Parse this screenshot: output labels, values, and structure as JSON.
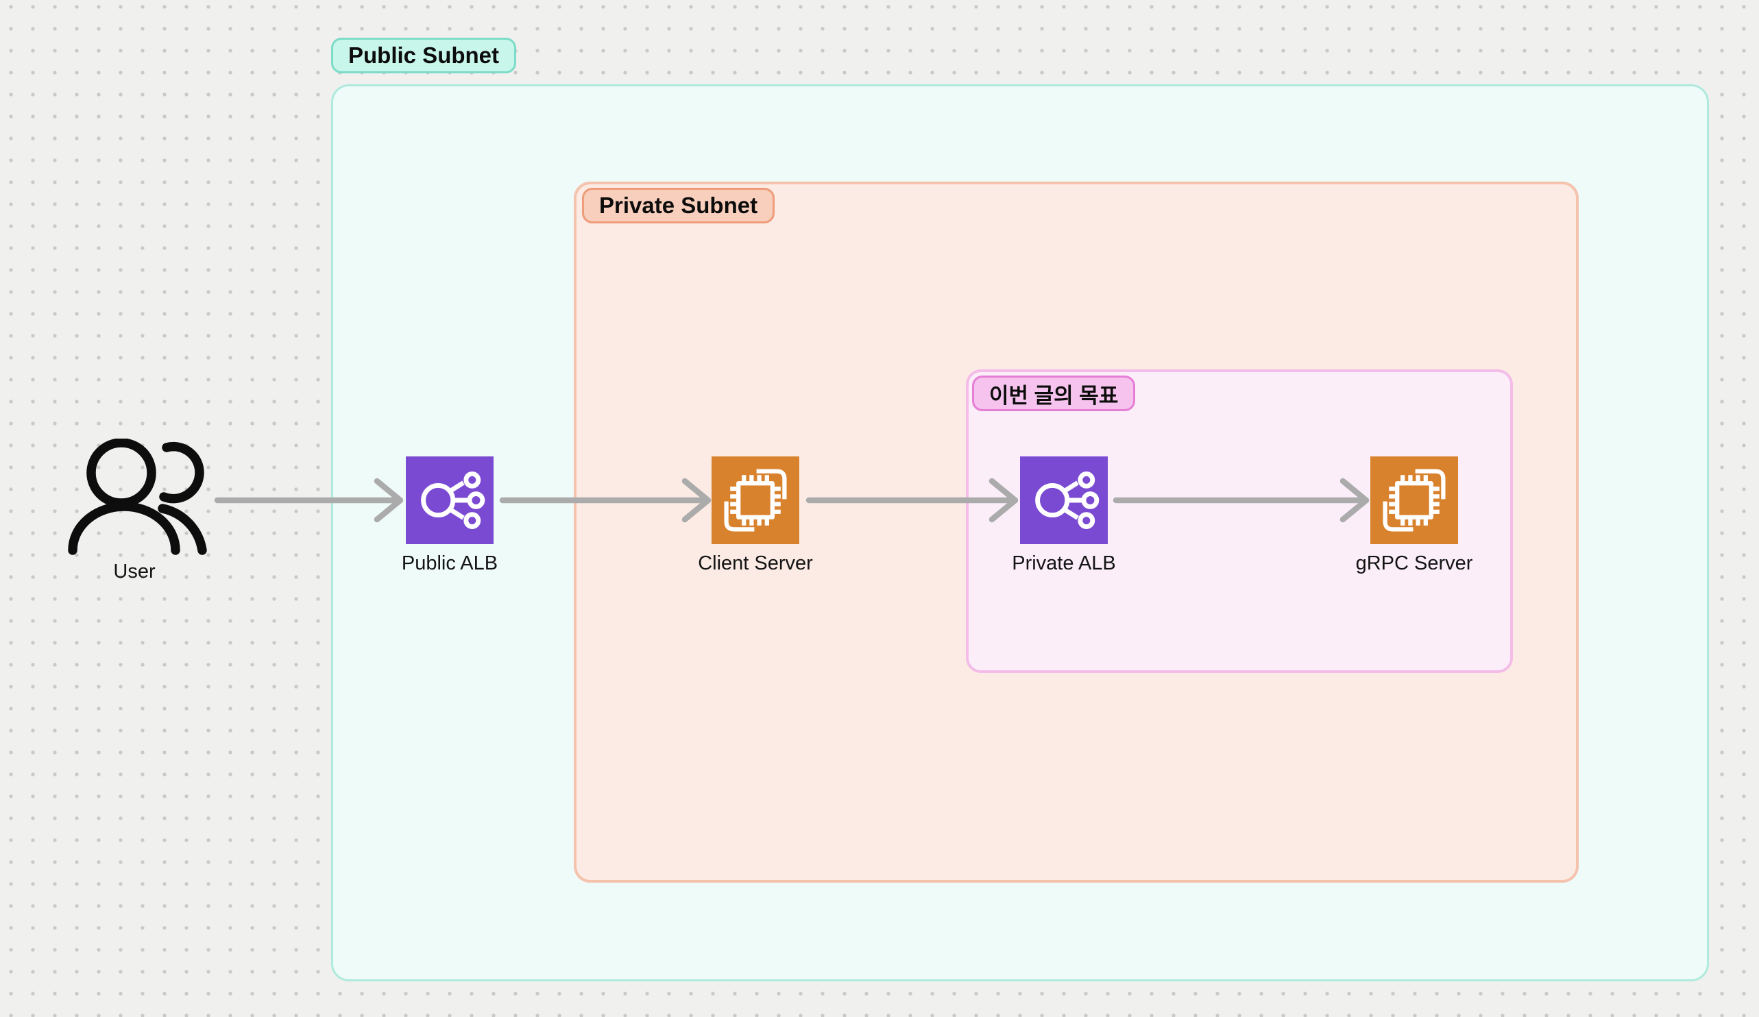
{
  "diagram": {
    "canvas": {
      "background_color": "#f0f0ef",
      "dot_color": "#c9c9c8",
      "arrow_color": "#ababab"
    },
    "groups": [
      {
        "id": "public-subnet",
        "label": "Public Subnet",
        "fill": "#effbf8",
        "border": "#aeeadd",
        "label_fill": "#c8f6ea",
        "label_border": "#7cdcc8",
        "label_position": "above-top-left"
      },
      {
        "id": "private-subnet",
        "label": "Private Subnet",
        "fill": "#fcebe4",
        "border": "#f5c2ad",
        "label_fill": "#f8cfbc",
        "label_border": "#ee9c79",
        "label_position": "inside-top-left"
      },
      {
        "id": "goal",
        "label": "이번 글의 목표",
        "fill": "#fbeef9",
        "border": "#f3bce9",
        "label_fill": "#f5c3ed",
        "label_border": "#e77ed6",
        "label_position": "inside-top-left"
      }
    ],
    "nodes": [
      {
        "id": "user",
        "label": "User",
        "icon": "users-icon",
        "color": "#0d0d0d"
      },
      {
        "id": "public-alb",
        "label": "Public ALB",
        "icon": "load-balancer-icon",
        "color": "#7b4ad2"
      },
      {
        "id": "client-server",
        "label": "Client Server",
        "icon": "compute-instance-icon",
        "color": "#d9822e"
      },
      {
        "id": "private-alb",
        "label": "Private ALB",
        "icon": "load-balancer-icon",
        "color": "#7b4ad2"
      },
      {
        "id": "grpc-server",
        "label": "gRPC Server",
        "icon": "compute-instance-icon",
        "color": "#d9822e"
      }
    ],
    "connections": [
      {
        "from": "User",
        "to": "Public ALB"
      },
      {
        "from": "Public ALB",
        "to": "Client Server"
      },
      {
        "from": "Client Server",
        "to": "Private ALB"
      },
      {
        "from": "Private ALB",
        "to": "gRPC Server"
      }
    ]
  }
}
